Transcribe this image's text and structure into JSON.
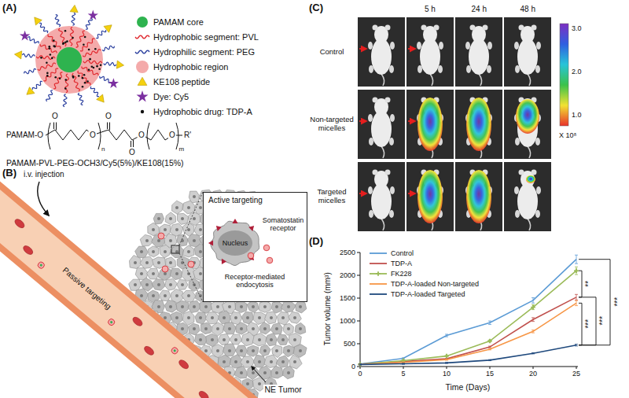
{
  "diagram": {
    "nodes": [
      {
        "text": [
          "Active targeting",
          "Somatostatin receptor",
          "Receptor-mediated endocytosis"
        ]
      },
      {
        "text": [
          "Nucleus"
        ],
        "in": 0
      }
    ],
    "labels": [
      "(A)",
      "PAMAM-O",
      "O",
      "O",
      "n",
      "O",
      "O",
      "O",
      "O",
      "m",
      "R'",
      "PAMAM-PVL-PEG-OCH3/Cy5(5%)/KE108(15%)",
      "(B)",
      "i.v. injection",
      "Passive targeting",
      "NE Tumor",
      "(C)",
      "5 h",
      "24 h",
      "48 h",
      "Control",
      "Non-targeted micelles",
      "Targeted micelles",
      "3.0",
      "2.0",
      "1.0",
      "X 10⁸",
      "(D)",
      "2500",
      "2000",
      "1500",
      "1000",
      "500",
      "0",
      "0",
      "5",
      "10",
      "15",
      "20",
      "25",
      "Tumor volume (mm³)",
      "Time (Days)",
      "**",
      "***",
      "***",
      "***"
    ],
    "legend": [
      {
        "text": "PAMAM core",
        "color": "#2eb34f"
      },
      {
        "text": "Hydrophobic segment: PVL"
      },
      {
        "text": "Hydrophilic segment: PEG"
      },
      {
        "text": "Hydrophobic region",
        "color": "#f4aaaa"
      },
      {
        "text": "KE108 peptide"
      },
      {
        "text": "Dye: Cy5"
      },
      {
        "text": "Hydrophobic drug: TDP-A"
      },
      {
        "text": "Control"
      },
      {
        "text": "TDP-A"
      },
      {
        "text": "FK228"
      },
      {
        "text": "TDP-A-loaded Non-targeted"
      },
      {
        "text": "TDP-A-loaded Targeted"
      }
    ]
  }
}
